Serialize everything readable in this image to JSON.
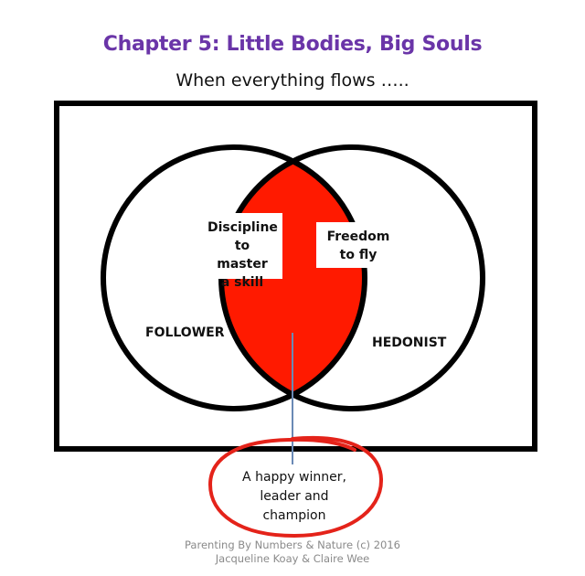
{
  "title": "Chapter 5: Little Bodies, Big Souls",
  "subtitle": "When everything flows …..",
  "venn": {
    "left_set": "FOLLOWER",
    "right_set": "HEDONIST",
    "left_note": "Discipline\nto master\na skill",
    "right_note": "Freedom\nto fly",
    "intersection_color": "#ff1a00",
    "outline_color": "#000000"
  },
  "callout": {
    "text": "A happy winner,\nleader and\nchampion",
    "ring_color": "#e4231a",
    "pointer_color": "#6a8ab5"
  },
  "credit": {
    "line1": "Parenting By Numbers & Nature (c) 2016",
    "line2": "Jacqueline Koay & Claire Wee"
  },
  "colors": {
    "title": "#6a35a8",
    "credit": "#8a8a8a"
  }
}
